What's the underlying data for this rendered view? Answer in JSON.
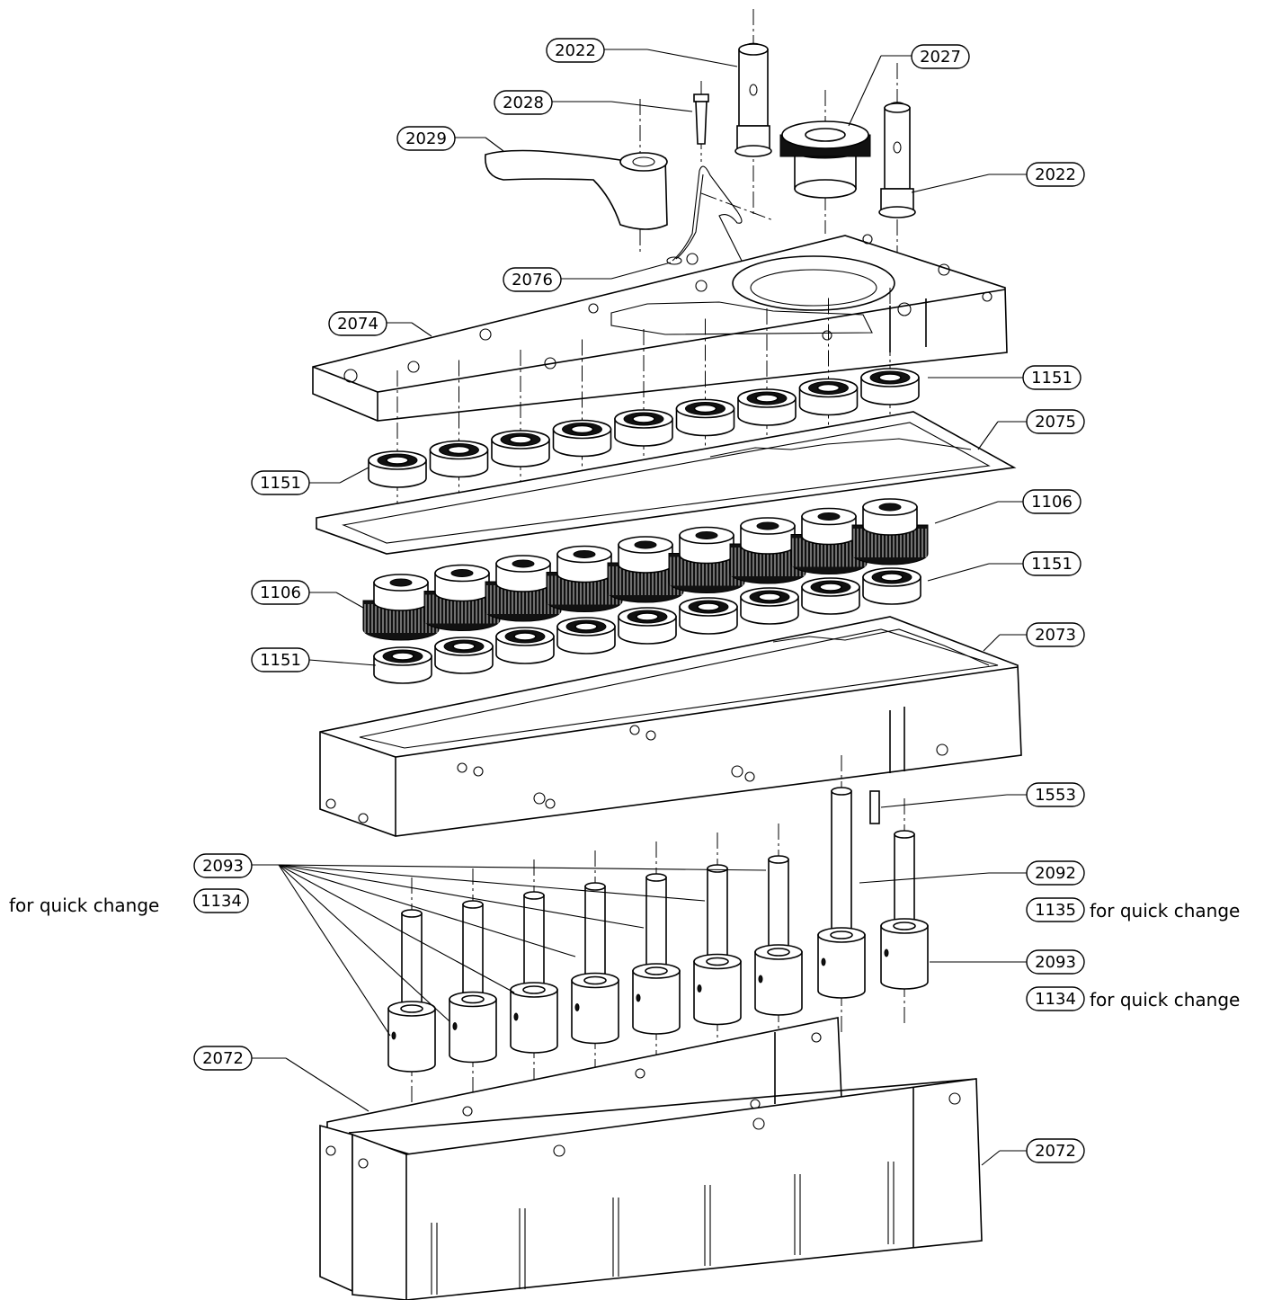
{
  "callouts": {
    "c2022_top": "2022",
    "c2027": "2027",
    "c2028": "2028",
    "c2029": "2029",
    "c2022_right": "2022",
    "c2076": "2076",
    "c2074": "2074",
    "c1151_a": "1151",
    "c2075": "2075",
    "c1151_b": "1151",
    "c1106_a": "1106",
    "c1151_c": "1151",
    "c1106_b": "1106",
    "c2073": "2073",
    "c1151_d": "1151",
    "c1553": "1553",
    "c2093_left": "2093",
    "c1134_left": "1134",
    "c2092": "2092",
    "c1135": "1135",
    "c2093_right": "2093",
    "c1134_right": "1134",
    "c2072_left": "2072",
    "c2072_right": "2072"
  },
  "notes": {
    "quick_change_left": "for quick change",
    "quick_change_1135": "for quick change",
    "quick_change_1134": "for quick change"
  }
}
